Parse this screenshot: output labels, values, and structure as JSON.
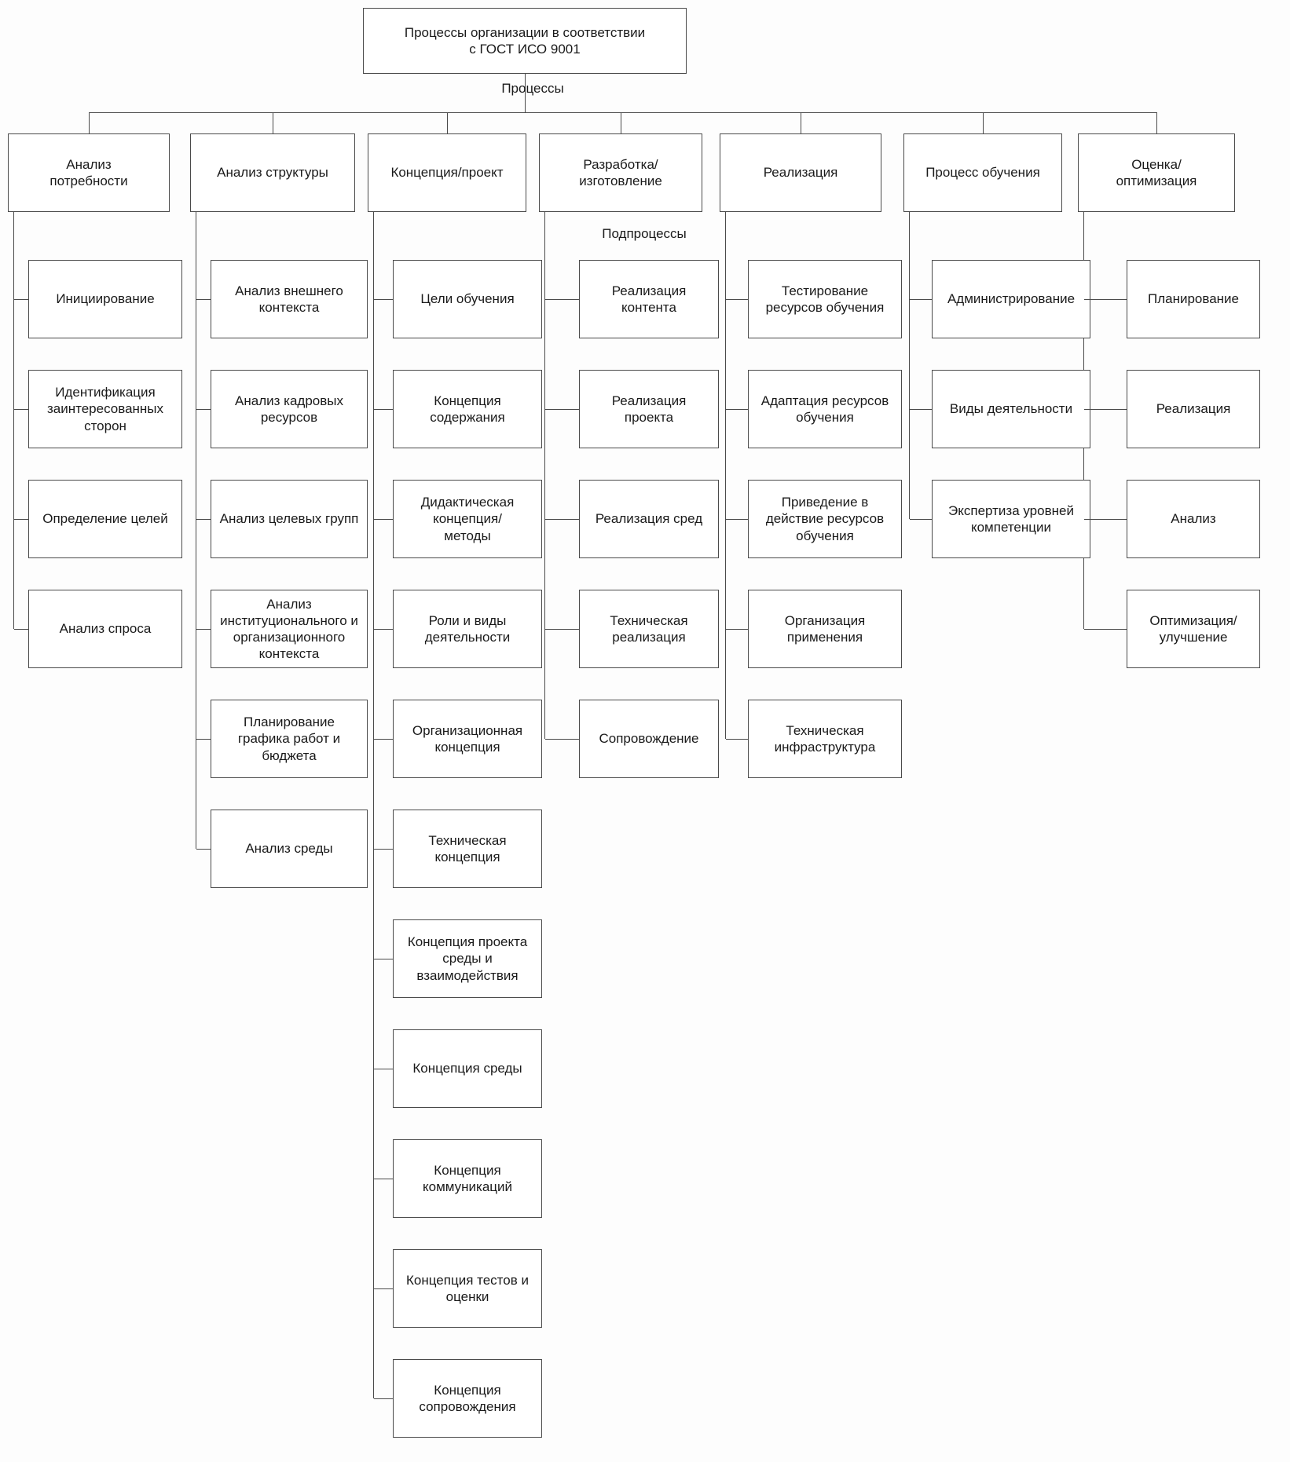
{
  "diagram": {
    "root_title": "Процессы организации в соответствии\nс ГОСТ ИСО 9001",
    "level_label": "Процессы",
    "sublevel_label": "Подпроцессы",
    "colors": {
      "box_border": "#4a4a4a",
      "connector_line": "#4a4a4a",
      "text": "#1a1a1a",
      "background": "#fdfdfd",
      "box_fill": "#ffffff"
    },
    "columns": [
      {
        "header": "Анализ\nпотребности",
        "items": [
          "Инициирование",
          "Идентификация заинтересованных сторон",
          "Определение целей",
          "Анализ спроса"
        ]
      },
      {
        "header": "Анализ структуры",
        "items": [
          "Анализ внешнего контекста",
          "Анализ кадровых ресурсов",
          "Анализ целевых групп",
          "Анализ институционального и организационного контекста",
          "Планирование графика работ и бюджета",
          "Анализ среды"
        ]
      },
      {
        "header": "Концепция/проект",
        "items": [
          "Цели обучения",
          "Концепция содержания",
          "Дидактическая концепция/\nметоды",
          "Роли и виды деятельности",
          "Организационная концепция",
          "Техническая концепция",
          "Концепция проекта среды и взаимодействия",
          "Концепция среды",
          "Концепция коммуникаций",
          "Концепция тестов и оценки",
          "Концепция сопровождения"
        ]
      },
      {
        "header": "Разработка/\nизготовление",
        "items": [
          "Реализация контента",
          "Реализация проекта",
          "Реализация сред",
          "Техническая реализация",
          "Сопровождение"
        ]
      },
      {
        "header": "Реализация",
        "items": [
          "Тестирование ресурсов обучения",
          "Адаптация ресурсов обучения",
          "Приведение в действие ресурсов обучения",
          "Организация применения",
          "Техническая инфраструктура"
        ]
      },
      {
        "header": "Процесс обучения",
        "items": [
          "Администрирование",
          "Виды деятельности",
          "Экспертиза уровней компетенции"
        ]
      },
      {
        "header": "Оценка/\nоптимизация",
        "items": [
          "Планирование",
          "Реализация",
          "Анализ",
          "Оптимизация/\nулучшение"
        ]
      }
    ]
  }
}
